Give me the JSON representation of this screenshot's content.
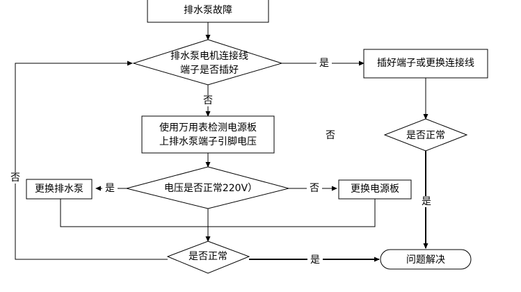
{
  "nodes": {
    "start": "排水泵故障",
    "check_connector": [
      "排水泵电机连接线",
      "端子是否插好"
    ],
    "fix_connector": "插好端子或更换连接线",
    "measure": [
      "使用万用表检测电源板",
      "上排水泵端子引脚电压"
    ],
    "voltage_check": "电压是否正常220V）",
    "replace_pump": "更换排水泵",
    "replace_board": "更换电源板",
    "normal_right": "是否正常",
    "normal_bottom": "是否正常",
    "solved": "问题解决"
  },
  "edge_labels": {
    "connector_yes": "是",
    "connector_no": "否",
    "float_no": "否",
    "voltage_yes": "是",
    "voltage_no": "否",
    "loop_no": "否",
    "right_yes": "是",
    "bottom_yes": "是"
  }
}
